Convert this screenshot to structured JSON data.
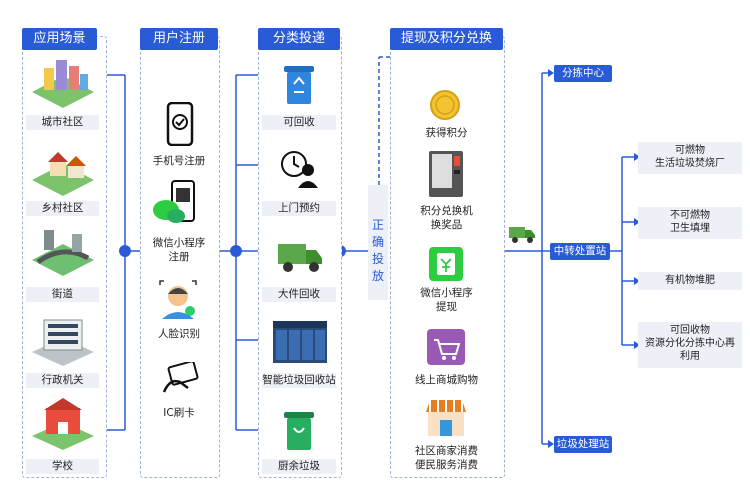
{
  "headers": {
    "scenes": "应用场景",
    "register": "用户注册",
    "delivery": "分类投递",
    "redeem": "提现及积分兑换"
  },
  "scenes": [
    "城市社区",
    "乡村社区",
    "街道",
    "行政机关",
    "学校"
  ],
  "register": [
    {
      "label": "手机号注册"
    },
    {
      "label": "微信小程序\n注册"
    },
    {
      "label": "人脸识别"
    },
    {
      "label": "IC刷卡"
    }
  ],
  "delivery": [
    "可回收",
    "上门预约",
    "大件回收",
    "智能垃圾回收站",
    "厨余垃圾"
  ],
  "correct_delivery": "正确投放",
  "redeem": [
    {
      "label": "获得积分"
    },
    {
      "label": "积分兑换机\n换奖品"
    },
    {
      "label": "微信小程序\n提现"
    },
    {
      "label": "线上商城购物"
    },
    {
      "label": "社区商家消费\n便民服务消费"
    }
  ],
  "stations": {
    "sorting": "分拣中心",
    "transfer": "中转处置站",
    "disposal": "垃圾处理站"
  },
  "outputs": [
    "可燃物\n生活垃圾焚烧厂",
    "不可燃物\n卫生填埋",
    "有机物堆肥",
    "可回收物\n资源分化分拣中心再\n利用"
  ],
  "colors": {
    "accent": "#2a5bd7",
    "dashed": "#9db3d9",
    "strip": "#edf1f7",
    "bin_blue": "#2e86de",
    "bin_green": "#27ae60"
  },
  "icons": {
    "scenes": [
      "city-community-icon",
      "village-community-icon",
      "street-icon",
      "government-building-icon",
      "school-icon"
    ],
    "register": [
      "phone-check-icon",
      "wechat-qr-icon",
      "face-recognition-icon",
      "ic-card-icon"
    ],
    "delivery": [
      "recycle-bin-icon",
      "door-to-door-icon",
      "truck-icon",
      "smart-station-icon",
      "kitchen-bin-icon"
    ],
    "redeem": [
      "gold-coin-icon",
      "vending-machine-icon",
      "wechat-cash-icon",
      "shop-cart-icon",
      "storefront-icon"
    ]
  }
}
